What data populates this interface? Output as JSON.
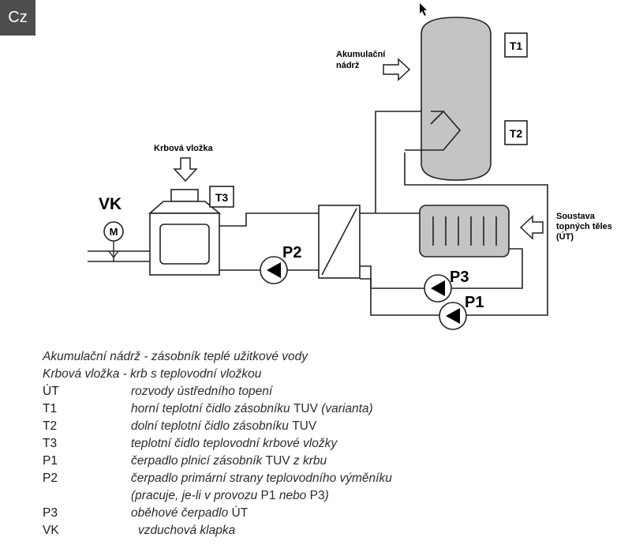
{
  "badge": "Cz",
  "labels": {
    "tank": [
      "Akumulační",
      "nádrž"
    ],
    "fireplace": "Krbová vložka",
    "t1": "T1",
    "t2": "T2",
    "t3": "T3",
    "vk": "VK",
    "motor": "M",
    "p1": "P1",
    "p2": "P2",
    "p3": "P3",
    "heating": [
      "Soustava",
      "topných těles",
      "(ÚT)"
    ]
  },
  "legend": {
    "line1": "Akumulační nádrž - zásobník teplé užitkové vody",
    "line2": "Krbová vložka - krb s teplovodní vložkou",
    "rows": [
      {
        "key": "ÚT",
        "parts": [
          "rozvody ústředního topení"
        ]
      },
      {
        "key": "T1",
        "parts": [
          "horní teplotní čidlo zásobníku ",
          "TUV",
          " (varianta)"
        ]
      },
      {
        "key": "T2",
        "parts": [
          "dolní teplotní čidlo zásobníku ",
          "TUV"
        ]
      },
      {
        "key": "T3",
        "parts": [
          "teplotní čidlo teplovodní krbové vložky"
        ]
      },
      {
        "key": "P1",
        "parts": [
          "čerpadlo plnicí zásobník ",
          "TUV",
          " z krbu"
        ]
      },
      {
        "key": "P2",
        "parts": [
          "čerpadlo primární strany teplovodního výměníku"
        ]
      },
      {
        "key": "",
        "parts": [
          "(pracuje, je-li v provozu ",
          "P1",
          " nebo ",
          "P3",
          ")"
        ]
      },
      {
        "key": "P3",
        "parts": [
          "oběhové čerpadlo ",
          "ÚT"
        ]
      },
      {
        "key": "VK",
        "parts": [
          "vzduchová klapka"
        ]
      }
    ]
  }
}
